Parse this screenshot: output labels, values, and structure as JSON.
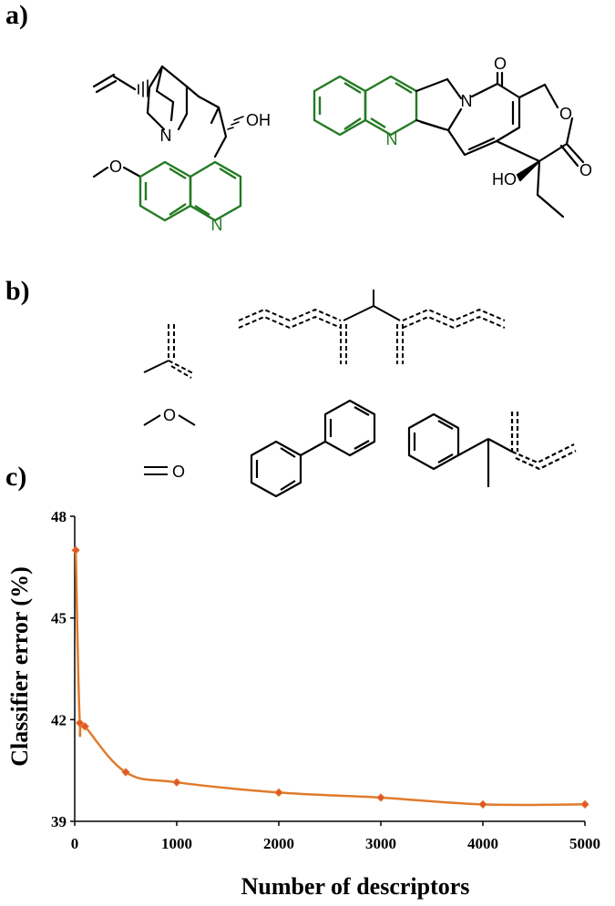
{
  "panels": {
    "a": "a)",
    "b": "b)",
    "c": "c)"
  },
  "molecules": {
    "quinine": {
      "oh": "OH",
      "n_bridge": "N",
      "n_ring": "N"
    },
    "camptothecin": {
      "n_ring": "N",
      "n_amide": "N",
      "o_ketone": "O",
      "o_lactone": "O",
      "o_carbonyl": "O",
      "ho": "HO"
    }
  },
  "fragments": {
    "carbonyl_o": "O"
  },
  "colors": {
    "highlight": "#237a23",
    "line": "#e07b2c",
    "marker": "#e2542c",
    "bond": "#000000"
  },
  "chart_data": {
    "type": "line",
    "xlabel": "Number of descriptors",
    "ylabel": "Classifier error (%)",
    "xlim": [
      0,
      5000
    ],
    "ylim": [
      39,
      48
    ],
    "xticks": [
      "0",
      "1000",
      "2000",
      "3000",
      "4000",
      "5000"
    ],
    "yticks": [
      "39",
      "42",
      "45",
      "48"
    ],
    "grid": false,
    "x": [
      10,
      50,
      100,
      500,
      1000,
      2000,
      3000,
      4000,
      5000
    ],
    "y": [
      47.0,
      41.9,
      41.8,
      40.45,
      40.15,
      39.85,
      39.7,
      39.5,
      39.5
    ]
  }
}
